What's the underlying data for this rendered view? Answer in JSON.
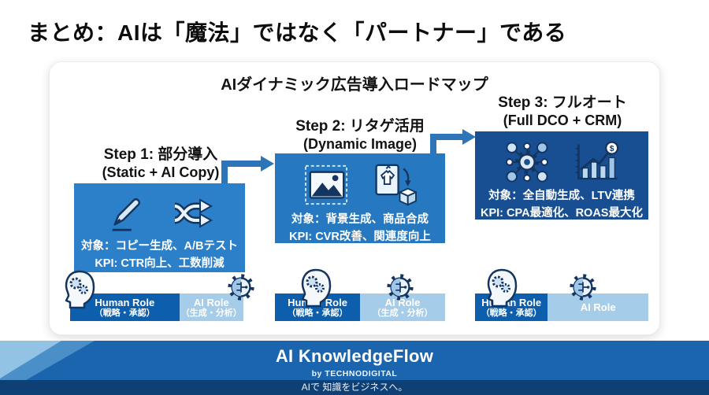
{
  "page": {
    "title": "まとめ：AIは「魔法」ではなく「パートナー」である"
  },
  "roadmap": {
    "title": "AIダイナミック広告導入ロードマップ",
    "steps": [
      {
        "heading": "Step 1: 部分導入",
        "subheading": "(Static + AI Copy)",
        "target": "対象：コピー生成、A/Bテスト",
        "kpi": "KPI: CTR向上、工数削減",
        "icons": [
          "pen-icon",
          "shuffle-icon"
        ],
        "human_role_label": "Human Role",
        "human_role_sub": "（戦略・承認）",
        "ai_role_label": "AI Role",
        "ai_role_sub": "（生成・分析）",
        "human_share_pct": 63,
        "ai_share_pct": 37
      },
      {
        "heading": "Step 2: リタゲ活用",
        "subheading": "(Dynamic Image)",
        "target": "対象：背景生成、商品合成",
        "kpi": "KPI: CVR改善、関連度向上",
        "icons": [
          "image-icon",
          "product-swap-icon"
        ],
        "human_role_label": "Human Role",
        "human_role_sub": "（戦略・承認）",
        "ai_role_label": "AI Role",
        "ai_role_sub": "（生成・分析）",
        "human_share_pct": 50,
        "ai_share_pct": 50
      },
      {
        "heading": "Step 3: フルオート",
        "subheading": "(Full DCO + CRM)",
        "target": "対象：全自動生成、LTV連携",
        "kpi": "KPI: CPA最適化、ROAS最大化",
        "icons": [
          "network-gear-icon",
          "chart-growth-icon"
        ],
        "human_role_label": "Human Role",
        "human_role_sub": "（戦略・承認）",
        "ai_role_label": "AI Role",
        "ai_role_sub": "",
        "human_share_pct": 42,
        "ai_share_pct": 58
      }
    ]
  },
  "footer": {
    "brand": "AI KnowledgeFlow",
    "byline": "by TECHNODIGITAL",
    "tagline": "AIで 知識をビジネスへ。"
  },
  "colors": {
    "step_box_blue": "#2b80c9",
    "step3_box_navy": "#174f92",
    "human_bar": "#0d5fae",
    "ai_bar": "#a5cde9",
    "arrow": "#2e74b8",
    "footer": "#1b64ae",
    "footer_strip": "#0e4076"
  }
}
